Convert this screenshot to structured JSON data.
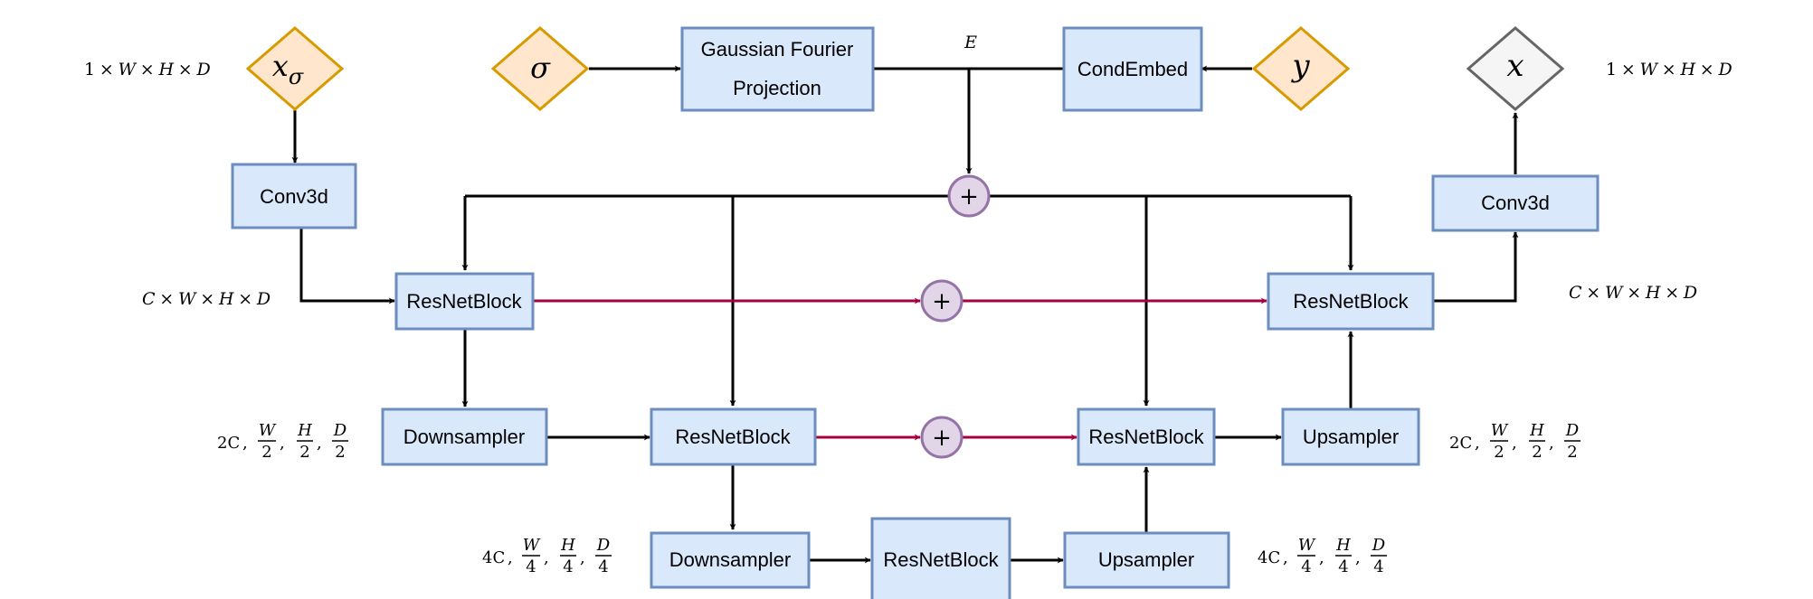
{
  "colors": {
    "block_fill": "#dae8fc",
    "block_stroke": "#6c8ebf",
    "input_fill": "#ffe6cc",
    "input_stroke": "#d79b00",
    "output_fill": "#f5f5f5",
    "output_stroke": "#666666",
    "sum_fill": "#e1d5e7",
    "sum_stroke": "#9673a6",
    "skip_arrow": "#a50040",
    "arrow": "#000000"
  },
  "inputs": {
    "x_sigma": "x",
    "x_sigma_sub": "σ",
    "sigma": "σ",
    "y": "y"
  },
  "output": {
    "x": "x"
  },
  "labels": {
    "E": "E",
    "sum": "+"
  },
  "blocks": {
    "gfp_line1": "Gaussian Fourier",
    "gfp_line2": "Projection",
    "cond_embed": "CondEmbed",
    "conv3d_in": "Conv3d",
    "conv3d_out": "Conv3d",
    "resnet_enc1": "ResNetBlock",
    "resnet_dec1": "ResNetBlock",
    "downsampler1": "Downsampler",
    "resnet_enc2": "ResNetBlock",
    "resnet_dec2": "ResNetBlock",
    "upsampler1": "Upsampler",
    "downsampler2": "Downsampler",
    "resnet_bottleneck": "ResNetBlock",
    "upsampler2": "Upsampler"
  },
  "dims": {
    "in_shape": {
      "c": "1",
      "x": "×",
      "w": "W",
      "h": "H",
      "d": "D"
    },
    "out_shape": {
      "c": "1",
      "x": "×",
      "w": "W",
      "h": "H",
      "d": "D"
    },
    "level1_left": {
      "c": "C",
      "x": "×",
      "w": "W",
      "h": "H",
      "d": "D"
    },
    "level1_right": {
      "c": "C",
      "x": "×",
      "w": "W",
      "h": "H",
      "d": "D"
    },
    "level2_left": {
      "c": "2C",
      "comma": ",",
      "w": "W",
      "h": "H",
      "d": "D",
      "den": "2"
    },
    "level2_right": {
      "c": "2C",
      "comma": ",",
      "w": "W",
      "h": "H",
      "d": "D",
      "den": "2"
    },
    "level3_left": {
      "c": "4C",
      "comma": ",",
      "w": "W",
      "h": "H",
      "d": "D",
      "den": "4"
    },
    "level3_right": {
      "c": "4C",
      "comma": ",",
      "w": "W",
      "h": "H",
      "d": "D",
      "den": "4"
    }
  }
}
